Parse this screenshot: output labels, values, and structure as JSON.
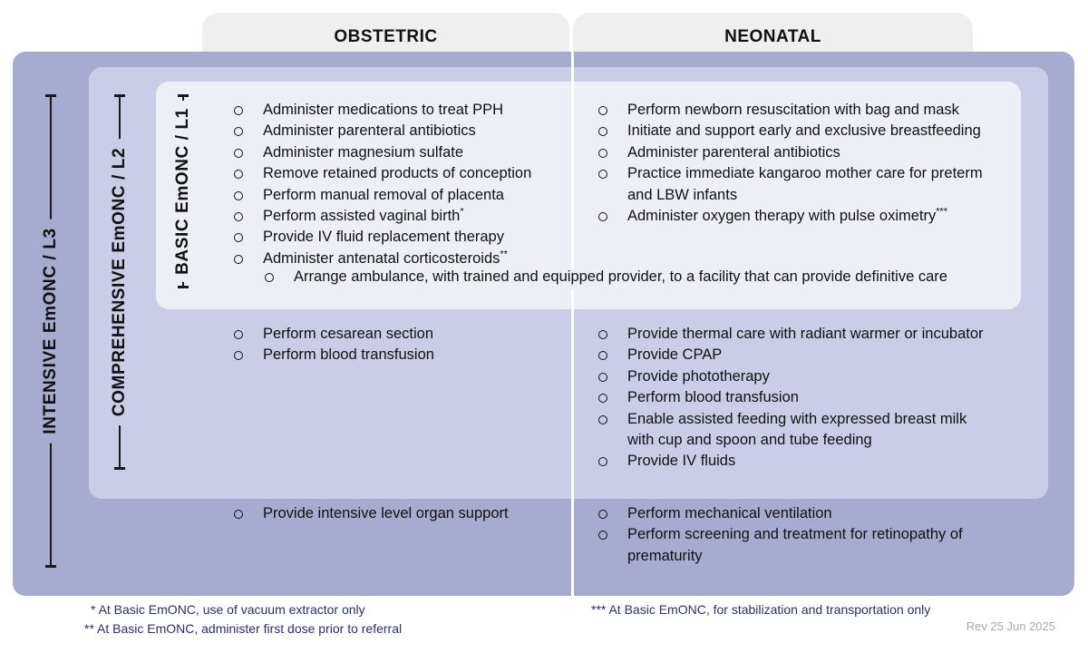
{
  "columns": {
    "obstetric": "OBSTETRIC",
    "neonatal": "NEONATAL"
  },
  "levels": {
    "intensive": "INTENSIVE EmONC / L3",
    "comprehensive": "COMPREHENSIVE EmONC / L2",
    "basic": "BASIC EmONC / L1"
  },
  "basic": {
    "obstetric": [
      {
        "text": "Administer medications to treat PPH"
      },
      {
        "text": "Administer parenteral antibiotics"
      },
      {
        "text": "Administer magnesium sulfate"
      },
      {
        "text": "Remove retained products of conception"
      },
      {
        "text": "Perform manual removal of placenta"
      },
      {
        "text": "Perform assisted vaginal birth",
        "mark": "*"
      },
      {
        "text": "Provide IV fluid replacement therapy"
      },
      {
        "text": "Administer antenatal corticosteroids",
        "mark": "**"
      }
    ],
    "neonatal": [
      {
        "text": "Perform newborn resuscitation with bag and mask"
      },
      {
        "text": "Initiate and support early and exclusive breastfeeding"
      },
      {
        "text": "Administer parenteral antibiotics"
      },
      {
        "text": "Practice immediate kangaroo mother care for preterm and LBW infants"
      },
      {
        "text": "Administer oxygen therapy with pulse oximetry",
        "mark": "***"
      }
    ],
    "shared": "Arrange ambulance, with trained and equipped provider, to a facility that can provide definitive care"
  },
  "comprehensive": {
    "obstetric": [
      {
        "text": "Perform cesarean section"
      },
      {
        "text": "Perform blood transfusion"
      }
    ],
    "neonatal": [
      {
        "text": "Provide thermal care with radiant warmer or incubator"
      },
      {
        "text": "Provide CPAP"
      },
      {
        "text": "Provide phototherapy"
      },
      {
        "text": "Perform blood transfusion"
      },
      {
        "text": "Enable assisted feeding with expressed breast milk with cup and spoon and tube feeding"
      },
      {
        "text": "Provide IV fluids"
      }
    ]
  },
  "intensive": {
    "obstetric": [
      {
        "text": "Provide intensive level organ support"
      }
    ],
    "neonatal": [
      {
        "text": "Perform mechanical ventilation"
      },
      {
        "text": "Perform screening and treatment for retinopathy of prematurity"
      }
    ]
  },
  "footnotes": {
    "one": "* At Basic EmONC, use of vacuum extractor only",
    "two": "** At Basic EmONC, administer first dose prior to referral",
    "three": "*** At Basic EmONC, for stabilization and transportation only"
  },
  "revision": "Rev 25 Jun 2025",
  "colors": {
    "intensive_bg": "#a8abd0",
    "comprehensive_bg": "#cacce8",
    "basic_bg": "#eeeef7",
    "tab_bg": "#efefef",
    "footnote_text": "#2b2f6b"
  }
}
